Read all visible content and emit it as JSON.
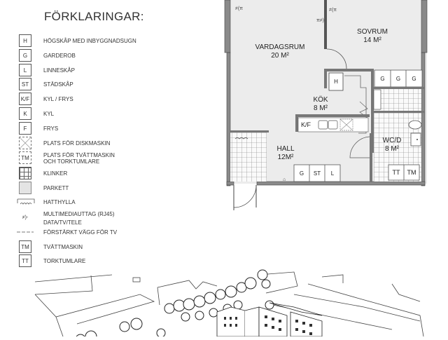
{
  "legend": {
    "title": "FÖRKLARINGAR:",
    "items": [
      {
        "symbol": "H",
        "label": "HÖGSKÅP MED INBYGGNADSUGN",
        "style": "box"
      },
      {
        "symbol": "G",
        "label": "GARDEROB",
        "style": "box"
      },
      {
        "symbol": "L",
        "label": "LINNESKÅP",
        "style": "box"
      },
      {
        "symbol": "ST",
        "label": "STÄDSKÅP",
        "style": "box"
      },
      {
        "symbol": "K/F",
        "label": "KYL / FRYS",
        "style": "box"
      },
      {
        "symbol": "K",
        "label": "KYL",
        "style": "box"
      },
      {
        "symbol": "F",
        "label": "FRYS",
        "style": "box"
      },
      {
        "symbol": "",
        "label": "PLATS FÖR DISKMASKIN",
        "style": "dashed-cross"
      },
      {
        "symbol": "TM",
        "label": "PLATS FÖR TVÄTTMASKIN",
        "label2": "OCH TORKTUMLARE",
        "style": "dashed"
      },
      {
        "symbol": "",
        "label": "KLINKER",
        "style": "grid"
      },
      {
        "symbol": "",
        "label": "PARKETT",
        "style": "parkett"
      },
      {
        "symbol": "",
        "label": "HATTHYLLA",
        "style": "hatshelf"
      },
      {
        "symbol": "≠)-",
        "label": "MULTIMEDIAUTTAG (RJ45)",
        "label2": "DATA/TV/TELE",
        "style": "none"
      },
      {
        "symbol": "",
        "label": "FÖRSTÄRKT VÄGG FÖR TV",
        "style": "dashline"
      },
      {
        "symbol": "TM",
        "label": "TVÄTTMASKIN",
        "style": "box"
      },
      {
        "symbol": "TT",
        "label": "TORKTUMLARE",
        "style": "box"
      }
    ]
  },
  "plan": {
    "rooms": [
      {
        "name": "VARDAGSRUM",
        "area": "20 M²"
      },
      {
        "name": "SOVRUM",
        "area": "14 M²"
      },
      {
        "name": "KÖK",
        "area": "8 M²"
      },
      {
        "name": "HALL",
        "area": "12M²"
      },
      {
        "name": "WC/D",
        "area": "8 M²"
      }
    ],
    "fixtures": {
      "kitchen_h": "H",
      "wardrobe_bed": [
        "G",
        "G",
        "G"
      ],
      "kitchen_kf": "K/F",
      "hall": [
        "G",
        "ST",
        "L"
      ],
      "laundry": [
        "TT",
        "TM"
      ]
    }
  },
  "colors": {
    "wall": "#8a8a8a",
    "floor": "#ececec",
    "line": "#444444"
  }
}
